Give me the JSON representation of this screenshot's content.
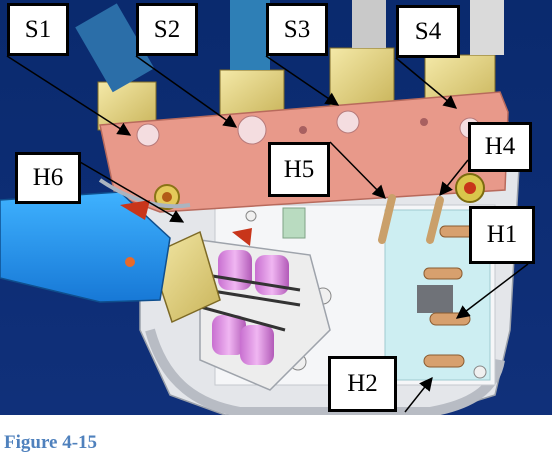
{
  "labels": {
    "s1": "S1",
    "s2": "S2",
    "s3": "S3",
    "s4": "S4",
    "h1": "H1",
    "h2": "H2",
    "h4": "H4",
    "h5": "H5",
    "h6": "H6"
  },
  "caption": "Figure 4-15",
  "colors": {
    "background": "#0d2a6b",
    "palm_plate": "#e8998a",
    "caption": "#4f81bd"
  }
}
